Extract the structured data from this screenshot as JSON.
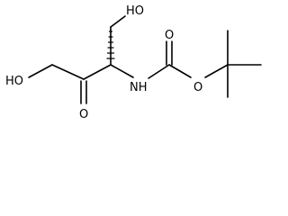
{
  "molecule": {
    "atoms": {
      "ho_top": "HO",
      "ho_left": "HO",
      "o_ketone": "O",
      "nh": "NH",
      "o_carbamate": "O",
      "o_ester": "O"
    }
  }
}
